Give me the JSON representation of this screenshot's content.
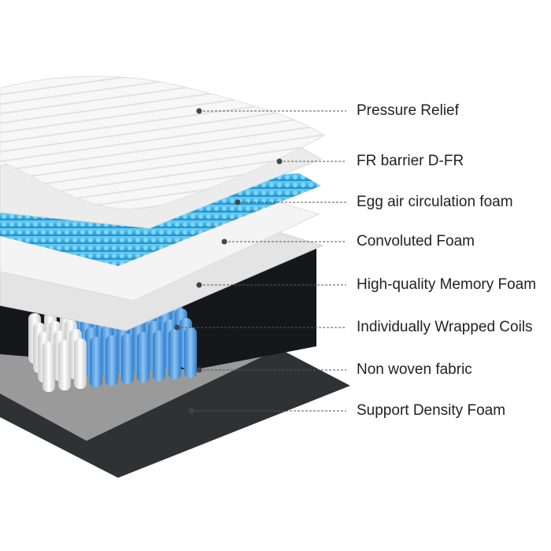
{
  "labels": [
    "Pressure Relief",
    "FR barrier D-FR",
    "Egg air circulation foam",
    "Convoluted Foam",
    "High-quality Memory Foam",
    "Individually Wrapped Coils",
    "Non woven fabric",
    "Support Density Foam"
  ],
  "colors": {
    "coil_blue": "#3b8fd6",
    "egg_foam_blue": "#2aa7e0",
    "support_foam": "#2f3235",
    "fabric_grey": "#9a9a9a",
    "text": "#222222"
  }
}
